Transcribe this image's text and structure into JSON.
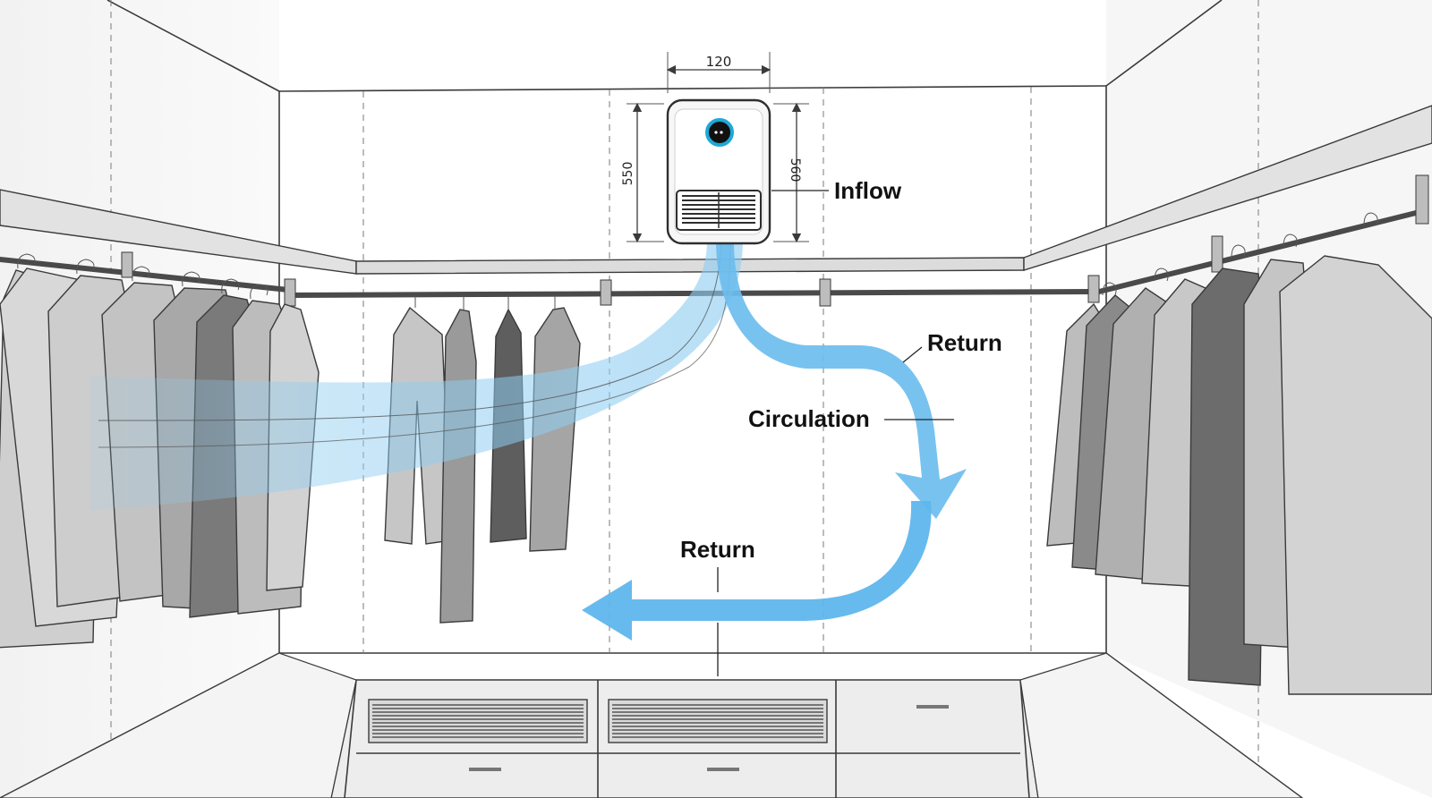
{
  "labels": {
    "inflow": "Inflow",
    "return_upper": "Return",
    "circulation": "Circulation",
    "return_lower": "Return"
  },
  "dimensions": {
    "width": "120",
    "height_left": "550",
    "height_right": "560"
  },
  "colors": {
    "airflow": "#5bb4ea",
    "airflow_light": "#a9d8f4",
    "unit_ring": "#1fa8d6",
    "garment_light": "#c9c9c9",
    "garment_mid": "#9d9d9d",
    "garment_dark": "#6e6e6e"
  }
}
